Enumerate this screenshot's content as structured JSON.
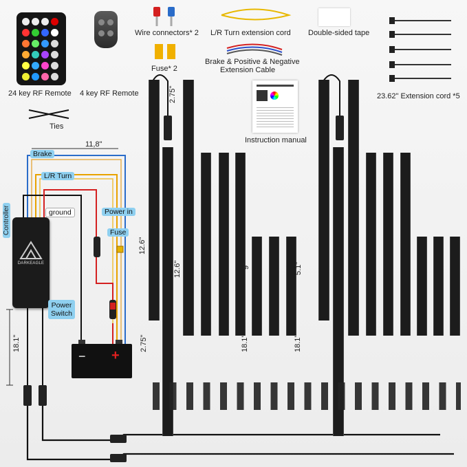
{
  "labels": {
    "remote24": "24 key RF Remote",
    "remote4": "4 key RF Remote",
    "wire_connectors": "Wire connectors* 2",
    "lr_turn_ext": "L/R Turn extension cord",
    "tape": "Double-sided tape",
    "fuse": "Fuse* 2",
    "brake_cable_line1": "Brake & Positive & Negative",
    "brake_cable_line2": "Extension Cable",
    "extension_cord": "23.62\" Extension cord *5",
    "ties": "Ties",
    "manual": "Instruction manual"
  },
  "wiring": {
    "brake": "Brake",
    "lr_turn": "L/R Turn",
    "ground": "ground",
    "power_in": "Power in",
    "fuse": "Fuse",
    "power_switch_line1": "Power",
    "power_switch_line2": "Switch",
    "controller": "Controller",
    "brand": "DARKEAGLE",
    "battery_minus": "−",
    "battery_plus": "+"
  },
  "dimensions": {
    "d_11_8": "11,8\"",
    "d_2_75_top": "2.75\"",
    "d_12_6_a": "12.6\"",
    "d_12_6_b": "12.6\"",
    "d_9": "9\"",
    "d_5_1": "5.1\"",
    "d_2_75_bottom": "2.75\"",
    "d_18_1_a": "18.1\"",
    "d_18_1_b": "18.1\"",
    "d_18_1_c": "18.1\""
  },
  "colors": {
    "brake": "#2a6cc9",
    "lr_turn": "#e8a200",
    "power": "#d42020",
    "ground": "#111111",
    "tag_bg": "#8fd0f0"
  }
}
